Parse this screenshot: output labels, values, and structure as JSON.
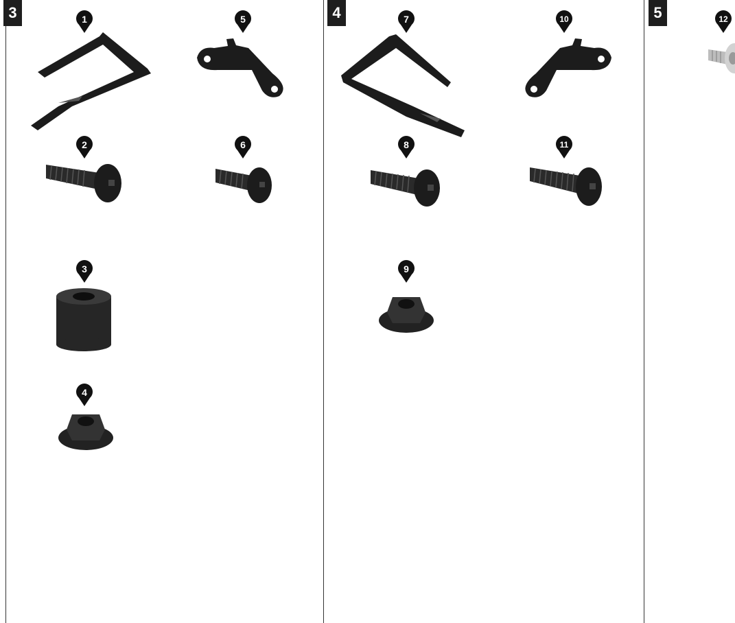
{
  "panels": [
    {
      "label": "3"
    },
    {
      "label": "4"
    },
    {
      "label": "5"
    }
  ],
  "markers": [
    "1",
    "2",
    "3",
    "4",
    "5",
    "6",
    "7",
    "8",
    "9",
    "10",
    "11",
    "12"
  ],
  "parts": {
    "bracket_long": "long-bracket-icon",
    "bracket_short": "short-bracket-icon",
    "bolt": "button-head-bolt-icon",
    "spacer": "cylindrical-spacer-icon",
    "flange_nut": "flange-nut-icon",
    "silver_bolt": "silver-bolt-icon"
  },
  "colors": {
    "part": "#1c1c1c",
    "marker": "#111111",
    "label_bg": "#1e1e1e",
    "silver": "#c8c8c8"
  }
}
